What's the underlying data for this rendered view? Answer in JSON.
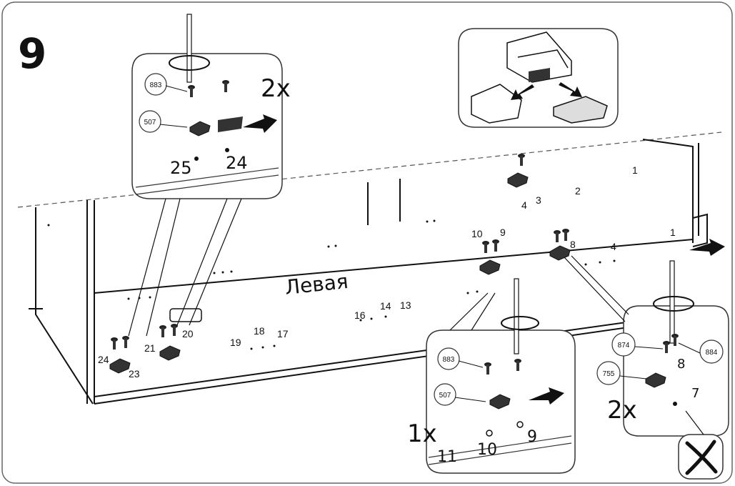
{
  "step": "9",
  "panel_label": "Левая",
  "callouts": {
    "top_left": {
      "qty": "2x",
      "codes": [
        "883",
        "507"
      ],
      "holes": [
        "25",
        "24"
      ]
    },
    "bottom_mid": {
      "qty": "1x",
      "codes": [
        "883",
        "507"
      ],
      "holes": [
        "11",
        "10",
        "9"
      ]
    },
    "bottom_right": {
      "qty": "2x",
      "codes": [
        "874",
        "884",
        "755"
      ],
      "holes": [
        "8",
        "7"
      ]
    }
  },
  "hole_numbers": [
    "1",
    "1",
    "2",
    "3",
    "4",
    "4",
    "8",
    "9",
    "10",
    "13",
    "14",
    "16",
    "17",
    "18",
    "19",
    "20",
    "21",
    "23",
    "24"
  ],
  "colors": {
    "line": "#111111",
    "panel_bg": "#ffffff",
    "hardware": "#2a2a2a",
    "frame": "#555555"
  },
  "icons": [
    "screwdriver-icon",
    "arrow-icon",
    "cross-icon"
  ]
}
